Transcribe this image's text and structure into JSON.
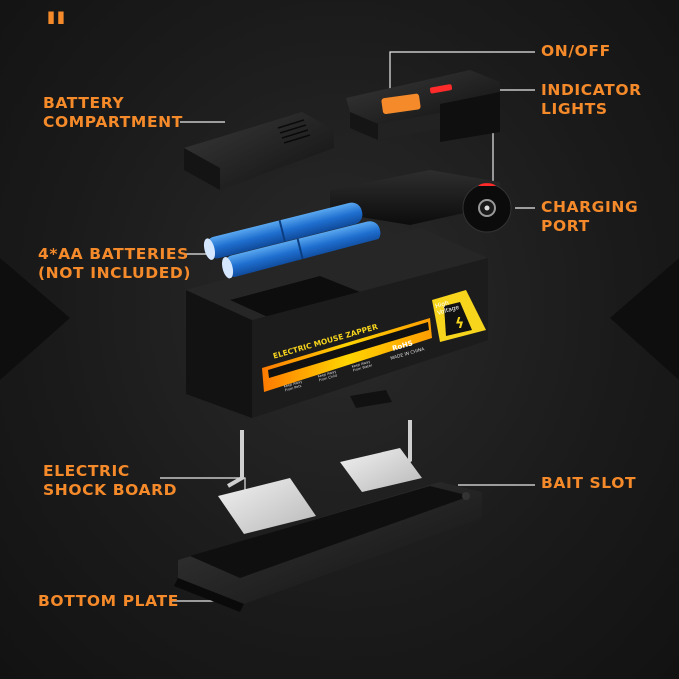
{
  "colors": {
    "accent": "#f58a2a",
    "background": "#1b1b1b",
    "warning": "#f7d51d"
  },
  "quote_mark": "\"",
  "labels": {
    "on_off": "ON/OFF",
    "indicator_lights": "INDICATOR\nLIGHTS",
    "battery_compartment": "BATTERY\nCOMPARTMENT",
    "charging_port": "CHARGING\nPORT",
    "batteries": "4*AA BATTERIES\n(NOT INCLUDED)",
    "electric_shock_board": "ELECTRIC\nSHOCK BOARD",
    "bait_slot": "BAIT SLOT",
    "bottom_plate": "BOTTOM PLATE"
  },
  "device": {
    "title_band": "ELECTRIC MOUSE ZAPPER",
    "warning": "High\nVoltage",
    "rohs": "RoHS",
    "made_in": "MADE IN CHINA",
    "icon_text_1": "Keep Away\nFrom Pets",
    "icon_text_2": "Keep Away\nFrom Child",
    "icon_text_3": "Keep Away\nFrom Water"
  }
}
